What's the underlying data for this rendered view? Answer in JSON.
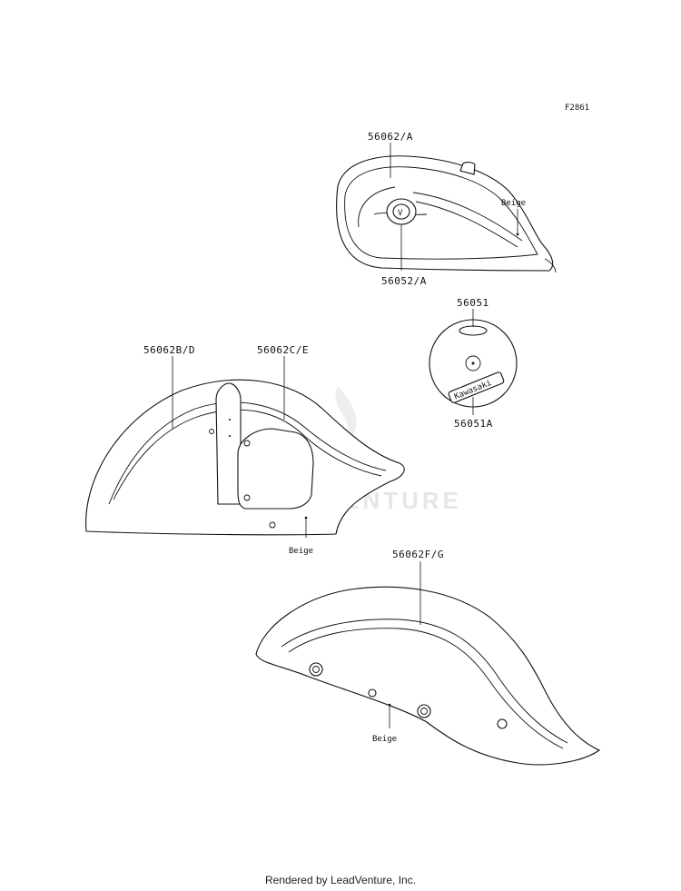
{
  "figure_id": "F2861",
  "watermark": "LEADVENTURE",
  "footer": "Rendered by LeadVenture, Inc.",
  "parts": {
    "tank_decal": "56062/A",
    "tank_emblem": "56052/A",
    "emblem_badge": "56051",
    "emblem_disc": "56051A",
    "front_fender_stripe": "56062B/D",
    "front_fender_panel": "56062C/E",
    "rear_fender_stripe": "56062F/G"
  },
  "color_notes": {
    "tank": "Beige",
    "front_fender": "Beige",
    "rear_fender": "Beige"
  },
  "brand_text": "Kawasaki"
}
